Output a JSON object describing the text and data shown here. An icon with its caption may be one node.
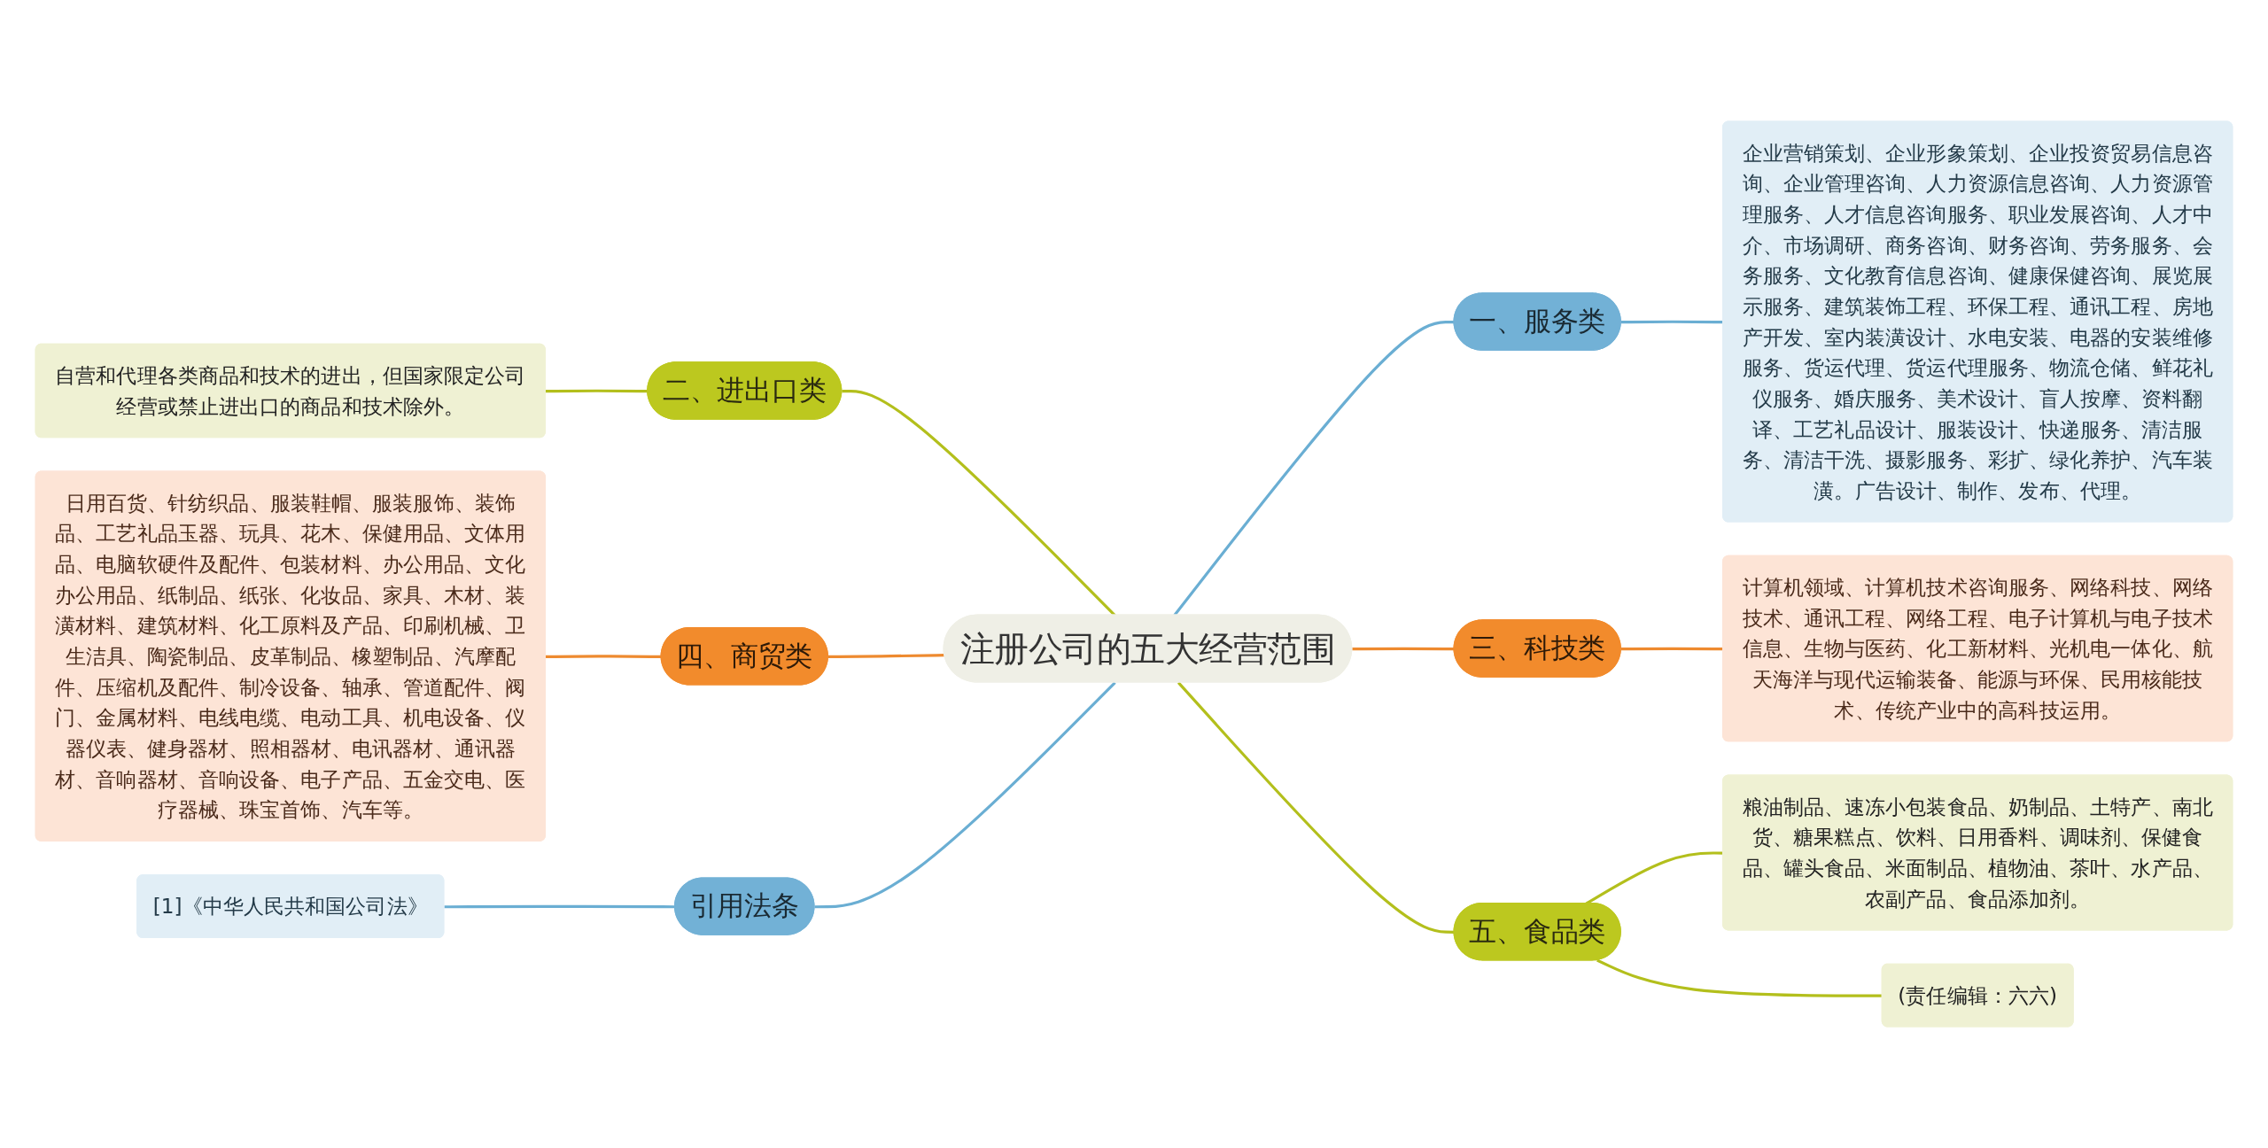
{
  "diagram": {
    "nodes": [
      {
        "text": [
          "注册公司的五大经营范围"
        ]
      },
      {
        "text": [
          "一、服务类"
        ]
      },
      {
        "text": [
          "企业营销策划、企业形象策划、企业投资贸易信息咨询、企业管理咨询、人力资源信息咨询、人力资源管理服务、人才信息咨询服务、职业发展咨询、人才中介、市场调研、商务咨询、财务咨询、劳务服务、会务服务、文化教育信息咨询、健康保健咨询、展览展示服务、建筑装饰工程、环保工程、通讯工程、房地产开发、室内装潢设计、水电安装、电器的安装维修服务、货运代理、货运代理服务、物流仓储、鲜花礼仪服务、婚庆服务、美术设计、盲人按摩、资料翻译、工艺礼品设计、服装设计、快递服务、清洁服务、清洁干洗、摄影服务、彩扩、绿化养护、汽车装潢。广告设计、制作、发布、代理。"
        ]
      },
      {
        "text": [
          "二、进出口类"
        ]
      },
      {
        "text": [
          "自营和代理各类商品和技术的进出，但国家限定公司经营或禁止进出口的商品和技术除外。"
        ]
      },
      {
        "text": [
          "三、科技类"
        ]
      },
      {
        "text": [
          "计算机领域、计算机技术咨询服务、网络科技、网络技术、通讯工程、网络工程、电子计算机与电子技术信息、生物与医药、化工新材料、光机电一体化、航天海洋与现代运输装备、能源与环保、民用核能技术、传统产业中的高科技运用。"
        ]
      },
      {
        "text": [
          "四、商贸类"
        ]
      },
      {
        "text": [
          "日用百货、针纺织品、服装鞋帽、服装服饰、装饰品、工艺礼品玉器、玩具、花木、保健用品、文体用品、电脑软硬件及配件、包装材料、办公用品、文化办公用品、纸制品、纸张、化妆品、家具、木材、装潢材料、建筑材料、化工原料及产品、印刷机械、卫生洁具、陶瓷制品、皮革制品、橡塑制品、汽摩配件、压缩机及配件、制冷设备、轴承、管道配件、阀门、金属材料、电线电缆、电动工具、机电设备、仪器仪表、健身器材、照相器材、电讯器材、通讯器材、音响器材、音响设备、电子产品、五金交电、医疗器械、珠宝首饰、汽车等。"
        ]
      },
      {
        "text": [
          "五、食品类"
        ]
      },
      {
        "text": [
          "粮油制品、速冻小包装食品、奶制品、土特产、南北货、糖果糕点、饮料、日用香料、调味剂、保健食品、罐头食品、米面制品、植物油、茶叶、水产品、农副产品、食品添加剂。"
        ]
      },
      {
        "text": [
          "(责任编辑：六六)"
        ]
      },
      {
        "text": [
          "引用法条"
        ]
      },
      {
        "text": [
          "[1]《中华人民共和国公司法》"
        ]
      }
    ],
    "edges": [
      {
        "from": 0,
        "to": 1,
        "arrow": "none",
        "color": "#6aaed3"
      },
      {
        "from": 1,
        "to": 2,
        "arrow": "none",
        "color": "#6aaed3"
      },
      {
        "from": 0,
        "to": 3,
        "arrow": "none",
        "color": "#b3bf1c"
      },
      {
        "from": 3,
        "to": 4,
        "arrow": "none",
        "color": "#b3bf1c"
      },
      {
        "from": 0,
        "to": 5,
        "arrow": "none",
        "color": "#ee8a2f"
      },
      {
        "from": 5,
        "to": 6,
        "arrow": "none",
        "color": "#ee8a2f"
      },
      {
        "from": 0,
        "to": 7,
        "arrow": "none",
        "color": "#ee8a2f"
      },
      {
        "from": 7,
        "to": 8,
        "arrow": "none",
        "color": "#ee8a2f"
      },
      {
        "from": 0,
        "to": 9,
        "arrow": "none",
        "color": "#b3bf1c"
      },
      {
        "from": 9,
        "to": 10,
        "arrow": "none",
        "color": "#b3bf1c"
      },
      {
        "from": 9,
        "to": 11,
        "arrow": "none",
        "color": "#b3bf1c"
      },
      {
        "from": 0,
        "to": 12,
        "arrow": "none",
        "color": "#6aaed3"
      },
      {
        "from": 12,
        "to": 13,
        "arrow": "none",
        "color": "#6aaed3"
      }
    ]
  }
}
